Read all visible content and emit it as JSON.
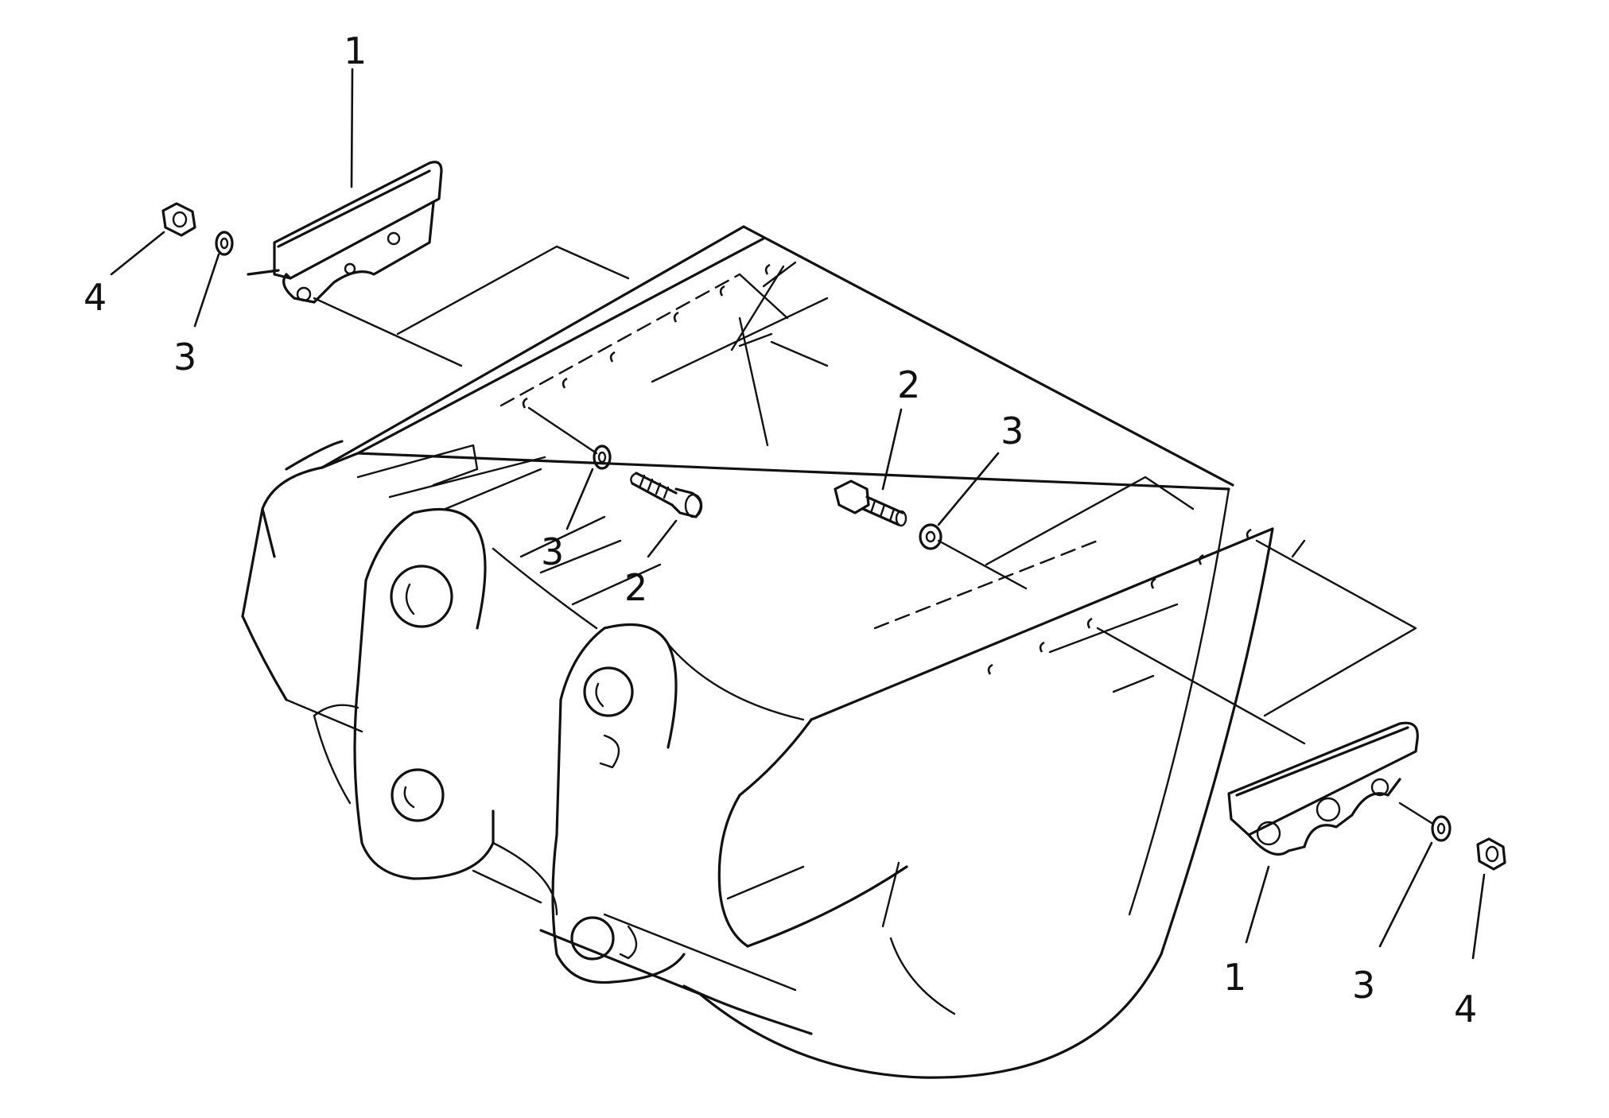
{
  "diagram": {
    "line_color": "#111111",
    "background": "#ffffff",
    "callouts": [
      {
        "id": "c1a",
        "label": "1"
      },
      {
        "id": "c4a",
        "label": "4"
      },
      {
        "id": "c3a",
        "label": "3"
      },
      {
        "id": "c2a",
        "label": "2"
      },
      {
        "id": "c3b",
        "label": "3"
      },
      {
        "id": "c3c",
        "label": "3"
      },
      {
        "id": "c2b",
        "label": "2"
      },
      {
        "id": "c1b",
        "label": "1"
      },
      {
        "id": "c3d",
        "label": "3"
      },
      {
        "id": "c4b",
        "label": "4"
      }
    ]
  }
}
